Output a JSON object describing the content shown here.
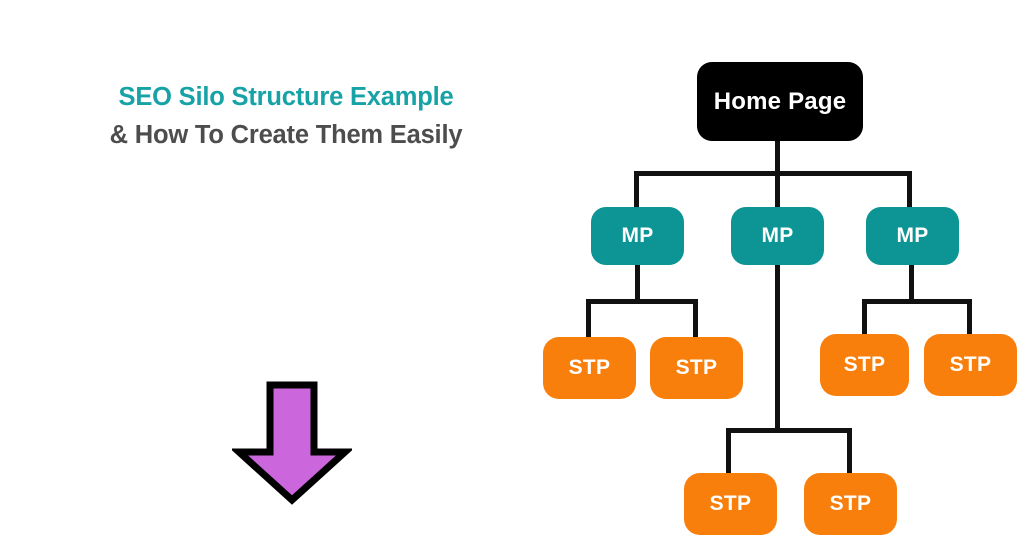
{
  "heading": {
    "line1": "SEO Silo Structure Example",
    "line2": "& How To Create Them Easily",
    "line1_color": "#17A2A6",
    "line2_color": "#4D4D4D"
  },
  "arrow": {
    "name": "down-arrow",
    "fill": "#CC66DD",
    "stroke": "#000000"
  },
  "diagram": {
    "type": "tree",
    "colors": {
      "root": "#000000",
      "level2": "#0D9494",
      "level3": "#F97F0C",
      "connector": "#111111",
      "node_text": "#FFFFFF"
    },
    "root": {
      "label": "Home Page"
    },
    "branches": [
      {
        "label": "MP",
        "children": [
          {
            "label": "STP"
          },
          {
            "label": "STP"
          }
        ]
      },
      {
        "label": "MP",
        "children": [
          {
            "label": "STP"
          },
          {
            "label": "STP"
          }
        ]
      },
      {
        "label": "MP",
        "children": [
          {
            "label": "STP"
          },
          {
            "label": "STP"
          }
        ]
      }
    ]
  }
}
